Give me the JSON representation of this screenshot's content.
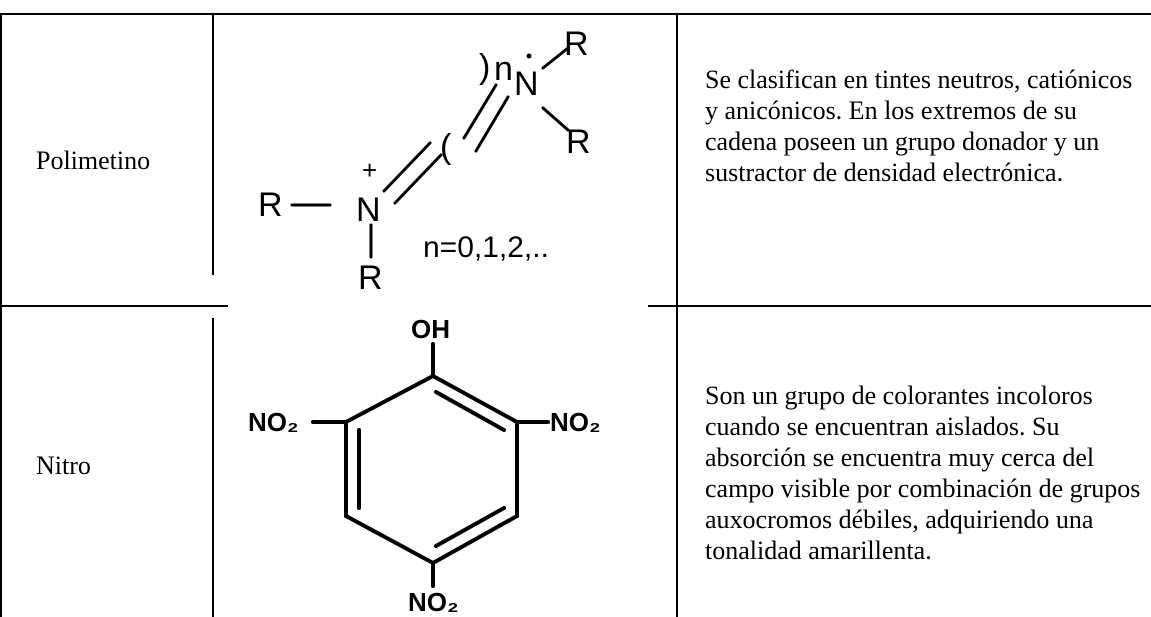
{
  "rows": [
    {
      "name": "Polimetino",
      "structure": {
        "labels": {
          "r_top": "R",
          "r_left": "R",
          "r_bottom": "R",
          "r_right": "R",
          "n_right": "N",
          "n_left": "N",
          "plus": "+",
          "subscript_n": "n",
          "paren_left": "(",
          "paren_right": ")",
          "series": "n=0,1,2,.."
        }
      },
      "description": "Se clasifican en tintes neutros, catiónicos y anicónicos. En los extremos de su cadena poseen un grupo donador y un sustractor de densidad electrónica."
    },
    {
      "name": "Nitro",
      "structure": {
        "labels": {
          "oh": "OH",
          "no2_left": "NO₂",
          "no2_right": "NO₂",
          "no2_bottom": "NO₂"
        }
      },
      "description": "Son un grupo de colorantes incoloros cuando se encuentran aislados. Su absorción se encuentra muy cerca del campo visible por combinación de grupos auxocromos débiles, adquiriendo una tonalidad amarillenta."
    }
  ]
}
